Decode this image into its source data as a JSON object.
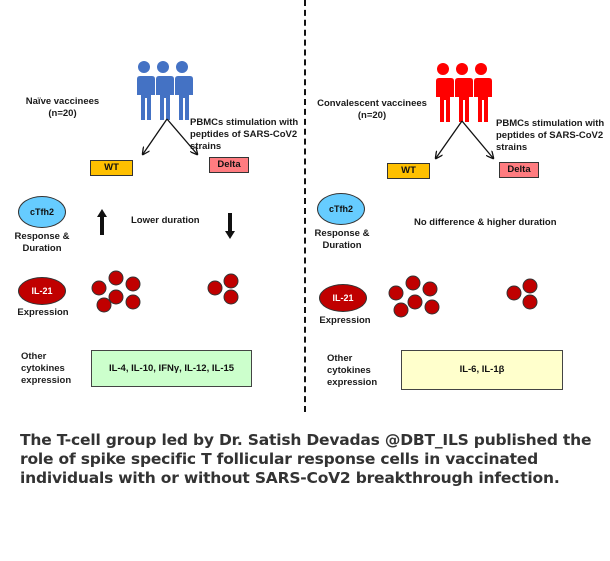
{
  "left_panel": {
    "group_label": "Naïve vaccinees",
    "group_n": "(n=20)",
    "people_icon_color": "#4472c4",
    "stimulation_text": [
      "PBMCs stimulation with",
      "peptides of SARS-CoV2",
      "strains"
    ],
    "strain_wt": "WT",
    "strain_delta": "Delta",
    "ctfh2_label": "cTfh2",
    "response_label": [
      "Response &",
      "Duration"
    ],
    "response_note": "Lower duration",
    "wt_response": "up",
    "delta_response": "down",
    "il21_label": "IL-21",
    "expression_label": "Expression",
    "wt_il21_cells": 6,
    "delta_il21_cells": 3,
    "cytokines_label": [
      "Other",
      "cytokines",
      "expression"
    ],
    "cytokines_box": "IL-4, IL-10, IFNγ, IL-12, IL-15",
    "cytokines_box_color": "#ccffcc"
  },
  "right_panel": {
    "group_label": "Convalescent vaccinees",
    "group_n": "(n=20)",
    "people_icon_color": "#ff0000",
    "stimulation_text": [
      "PBMCs stimulation with",
      "peptides of SARS-CoV2",
      "strains"
    ],
    "strain_wt": "WT",
    "strain_delta": "Delta",
    "ctfh2_label": "cTfh2",
    "response_label": [
      "Response &",
      "Duration"
    ],
    "response_note": "No difference & higher duration",
    "il21_label": "IL-21",
    "expression_label": "Expression",
    "wt_il21_cells": 6,
    "delta_il21_cells": 3,
    "cytokines_label": [
      "Other",
      "cytokines",
      "expression"
    ],
    "cytokines_box": "IL-6, IL-1β",
    "cytokines_box_color": "#ffffcc"
  },
  "colors": {
    "wt": "#ffc000",
    "delta": "#ff7c80",
    "ctfh2": "#66ccff",
    "il21": "#c00000",
    "cell": "#c00000"
  },
  "caption": "The T-cell group led by Dr. Satish Devadas @DBT_ILS published the role of spike specific T follicular response cells in vaccinated individuals with or without SARS-CoV2 breakthrough infection."
}
